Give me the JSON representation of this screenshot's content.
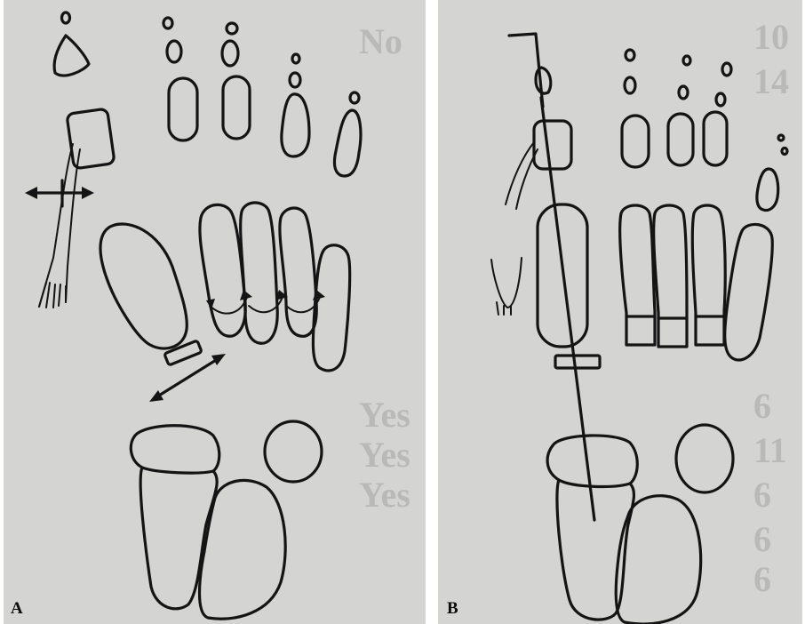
{
  "figure": {
    "panels": [
      {
        "id": "A",
        "label": "A"
      },
      {
        "id": "B",
        "label": "B"
      }
    ]
  },
  "colors": {
    "paper": "#d4d4d2",
    "ink": "#141414",
    "background": "#ffffff"
  }
}
